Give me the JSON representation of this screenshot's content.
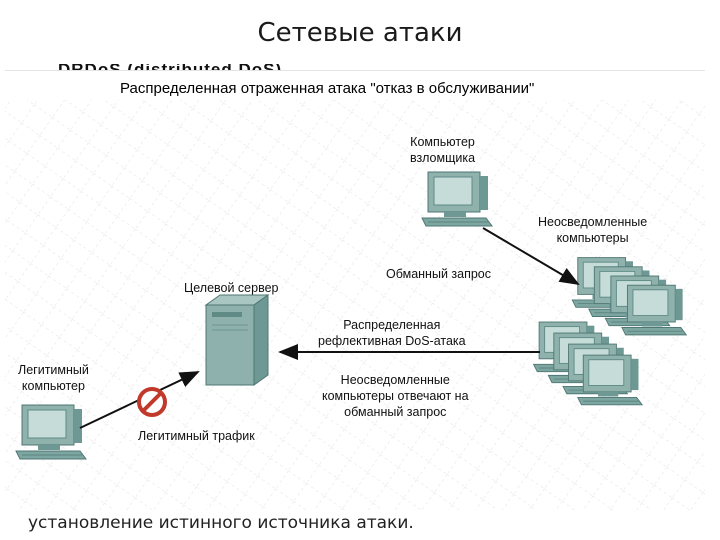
{
  "slide": {
    "title": "Сетевые атаки",
    "occluded_text": "DRDoS (distributed DoS)",
    "bottom_text": "установление истинного источника атаки."
  },
  "figure": {
    "title": "Распределенная отраженная атака \"отказ в обслуживании\"",
    "labels": {
      "attacker_line1": "Компьютер",
      "attacker_line2": "взломщика",
      "unaware_line1": "Неосведомленные",
      "unaware_line2": "компьютеры",
      "spoofed_request": "Обманный запрос",
      "target_server": "Целевой сервер",
      "ddos_line1": "Распределенная",
      "ddos_line2": "рефлективная DoS-атака",
      "legit_line1": "Легитимный",
      "legit_line2": "компьютер",
      "response_line1": "Неосведомленные",
      "response_line2": "компьютеры отвечают на",
      "response_line3": "обманный запрос",
      "legit_traffic": "Легитимный трафик"
    }
  },
  "colors": {
    "computer_body": "#8fb2ad",
    "computer_dark": "#5f8a86",
    "screen": "#c6dcd9",
    "server": "#8fb1ad",
    "block_red": "#c0392b",
    "arrow": "#111111",
    "grid": "#dcdcdc"
  }
}
